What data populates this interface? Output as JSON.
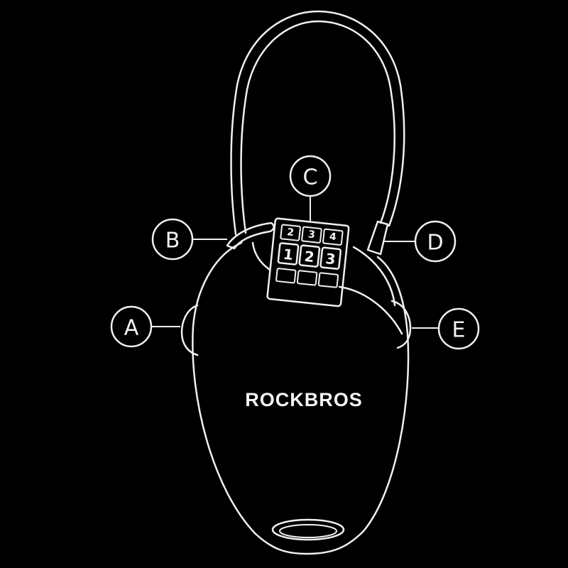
{
  "brand": "ROCKBROS",
  "callouts": [
    {
      "id": "A",
      "label": "A"
    },
    {
      "id": "B",
      "label": "B"
    },
    {
      "id": "C",
      "label": "C"
    },
    {
      "id": "D",
      "label": "D"
    },
    {
      "id": "E",
      "label": "E"
    }
  ],
  "dial": {
    "top_row": [
      "2",
      "3",
      "4"
    ],
    "mid_row": [
      "1",
      "2",
      "3"
    ]
  },
  "colors": {
    "background": "#000000",
    "line": "#f0f0f0"
  }
}
